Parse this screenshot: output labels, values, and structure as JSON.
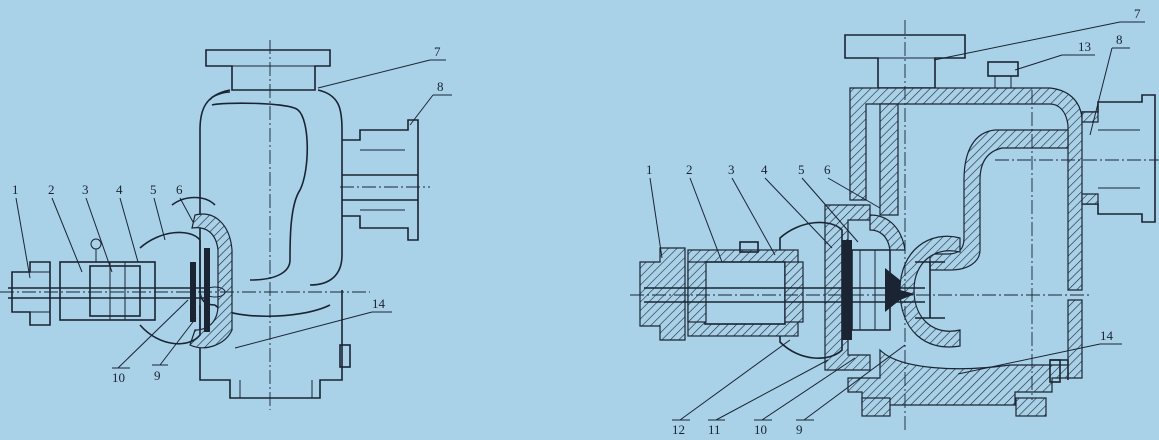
{
  "drawings": [
    {
      "id": "left",
      "callouts": [
        {
          "label": "1"
        },
        {
          "label": "2"
        },
        {
          "label": "3"
        },
        {
          "label": "4"
        },
        {
          "label": "5"
        },
        {
          "label": "6"
        },
        {
          "label": "7"
        },
        {
          "label": "8"
        },
        {
          "label": "10"
        },
        {
          "label": "9"
        },
        {
          "label": "14"
        }
      ]
    },
    {
      "id": "right",
      "callouts": [
        {
          "label": "7"
        },
        {
          "label": "13"
        },
        {
          "label": "8"
        },
        {
          "label": "1"
        },
        {
          "label": "2"
        },
        {
          "label": "3"
        },
        {
          "label": "4"
        },
        {
          "label": "5"
        },
        {
          "label": "6"
        },
        {
          "label": "14"
        },
        {
          "label": "12"
        },
        {
          "label": "11"
        },
        {
          "label": "10"
        },
        {
          "label": "9"
        }
      ]
    }
  ],
  "colors": {
    "background": "#a9d2e8",
    "ink": "#1b2433"
  }
}
